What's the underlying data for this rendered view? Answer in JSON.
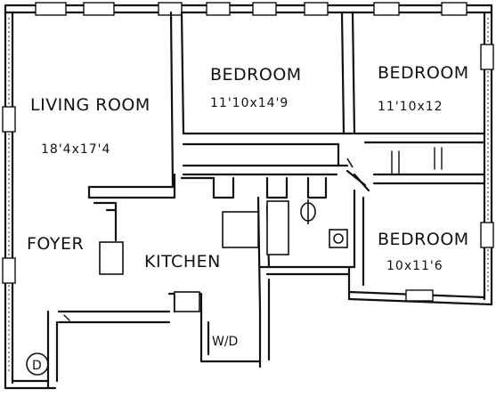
{
  "rooms": {
    "living_room": {
      "name": "LIVING ROOM",
      "dimensions": "18'4x17'4"
    },
    "bedroom_1": {
      "name": "BEDROOM",
      "dimensions": "11'10x14'9"
    },
    "bedroom_2": {
      "name": "BEDROOM",
      "dimensions": "11'10x12"
    },
    "bedroom_3": {
      "name": "BEDROOM",
      "dimensions": "10x11'6"
    },
    "foyer": {
      "name": "FOYER"
    },
    "kitchen": {
      "name": "KITCHEN"
    }
  },
  "fixtures": {
    "washer_dryer": "W/D",
    "entry_door_marker": "D"
  },
  "colors": {
    "ink": "#111111",
    "paper": "#ffffff"
  }
}
